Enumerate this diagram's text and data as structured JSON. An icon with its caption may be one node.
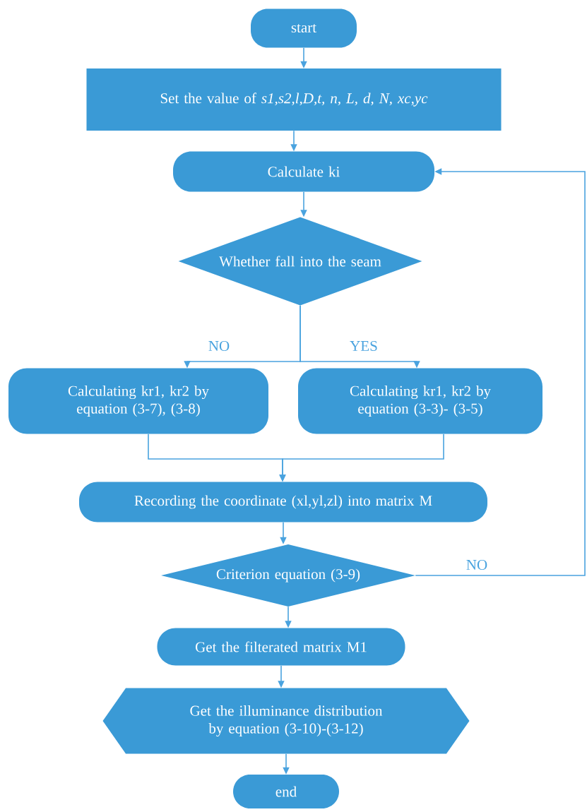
{
  "diagram": {
    "nodes": [
      {
        "text": [
          "start"
        ]
      },
      {
        "text": [
          "Set the value of *s1,s2,l,D,t, n, L, d, N, xc,yc*"
        ]
      },
      {
        "text": [
          "Calculate ki"
        ]
      },
      {
        "text": [
          "Whether fall into the seam"
        ]
      },
      {
        "text": [
          "Calculating kr1, kr2 by equation (3-7), (3-8)"
        ]
      },
      {
        "text": [
          "Calculating kr1, kr2 by equation (3-3)- (3-5)"
        ]
      },
      {
        "text": [
          "Recording the coordinate (xl,yl,zl) into matrix  M"
        ]
      },
      {
        "text": [
          "Criterion equation (3-9)"
        ]
      },
      {
        "text": [
          "Get the filterated matrix M1"
        ]
      },
      {
        "text": [
          "Get the illuminance distribution by equation (3-10)-(3-12)"
        ]
      },
      {
        "text": [
          "end"
        ]
      }
    ],
    "edges": [
      {
        "from": 0,
        "to": 1,
        "arrow": "to"
      },
      {
        "from": 1,
        "to": 2,
        "arrow": "to"
      },
      {
        "from": 2,
        "to": 3,
        "arrow": "to"
      },
      {
        "from": 3,
        "to": 4,
        "arrow": "to",
        "label": "NO"
      },
      {
        "from": 3,
        "to": 5,
        "arrow": "to",
        "label": "YES"
      },
      {
        "from": 4,
        "to": 6,
        "arrow": "to"
      },
      {
        "from": 5,
        "to": 6,
        "arrow": "to"
      },
      {
        "from": 6,
        "to": 7,
        "arrow": "to"
      },
      {
        "from": 7,
        "to": 2,
        "arrow": "to",
        "label": "NO"
      },
      {
        "from": 7,
        "to": 8,
        "arrow": "to"
      },
      {
        "from": 8,
        "to": 9,
        "arrow": "to"
      },
      {
        "from": 9,
        "to": 10,
        "arrow": "to"
      }
    ]
  }
}
